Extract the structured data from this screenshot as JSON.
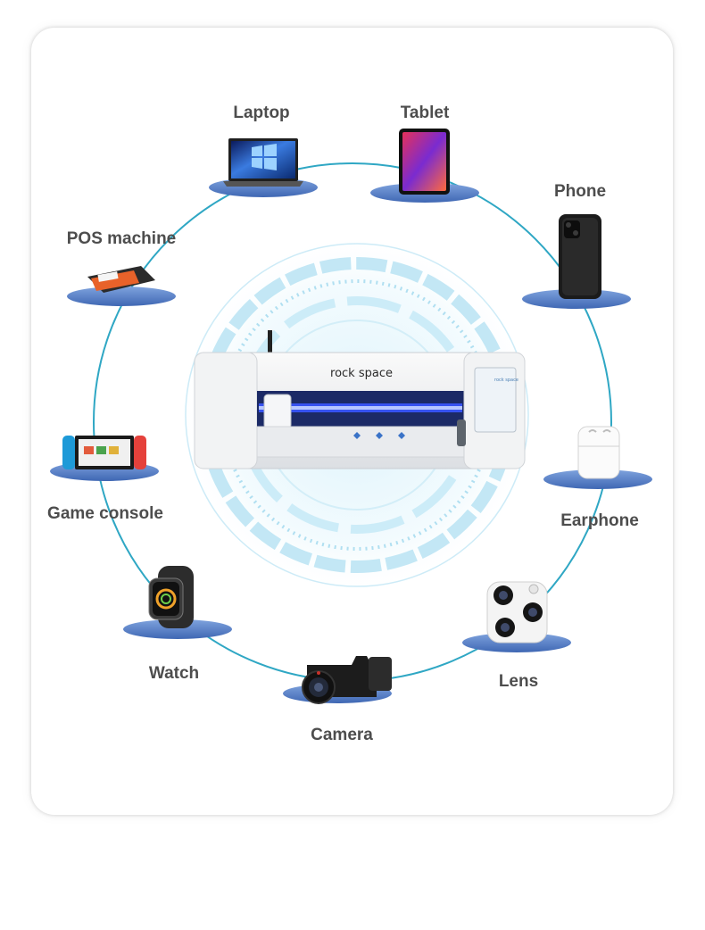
{
  "center": {
    "brand": "rock space",
    "screen_brand": "rock space"
  },
  "devices": [
    {
      "id": "laptop",
      "label": "Laptop"
    },
    {
      "id": "tablet",
      "label": "Tablet"
    },
    {
      "id": "phone",
      "label": "Phone"
    },
    {
      "id": "pos",
      "label": "POS machine"
    },
    {
      "id": "earphone",
      "label": "Earphone"
    },
    {
      "id": "game",
      "label": "Game console"
    },
    {
      "id": "lens",
      "label": "Lens"
    },
    {
      "id": "watch",
      "label": "Watch"
    },
    {
      "id": "camera",
      "label": "Camera"
    }
  ],
  "colors": {
    "ring": "#2fa7c4",
    "pedestal": "#5a84c9",
    "label": "#4d4d4d",
    "cutter_light": "#3a56ff"
  }
}
